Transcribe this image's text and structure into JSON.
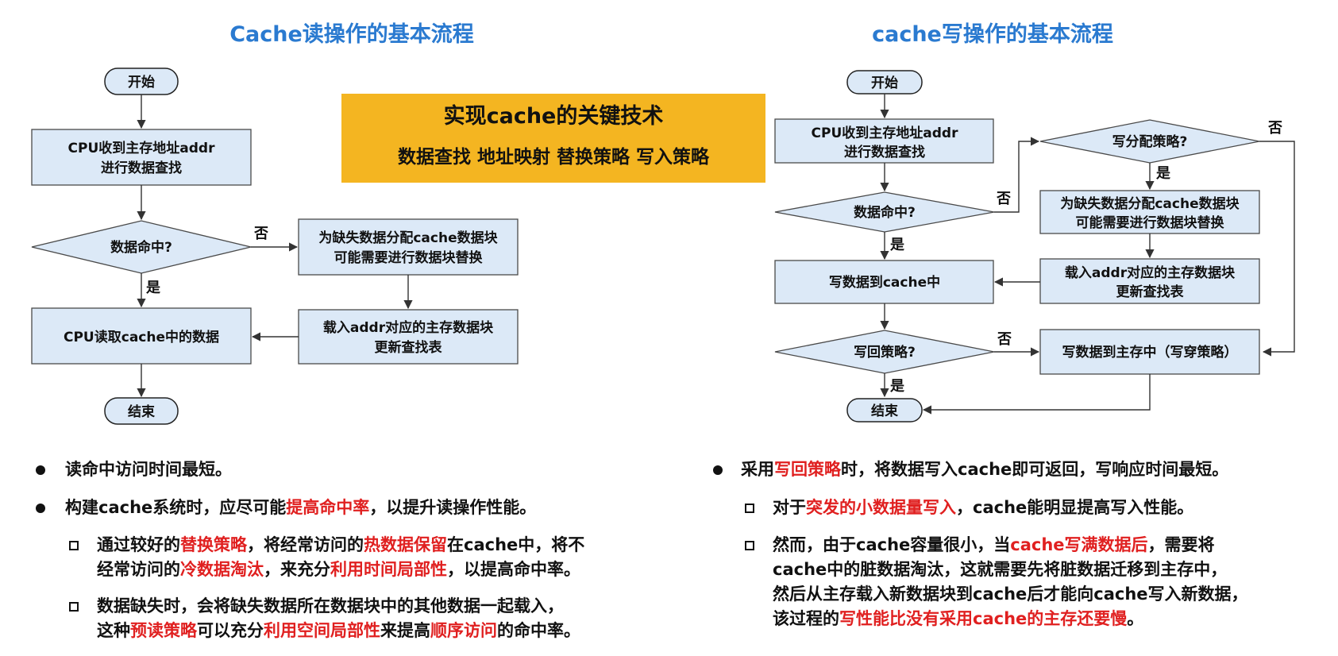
{
  "left_flow": {
    "title": "Cache读操作的基本流程",
    "start": "开始",
    "lookup": [
      "CPU收到主存地址addr",
      "进行数据查找"
    ],
    "hit_q": "数据命中?",
    "no": "否",
    "yes": "是",
    "alloc": [
      "为缺失数据分配cache数据块",
      "可能需要进行数据块替换"
    ],
    "load": [
      "载入addr对应的主存数据块",
      "更新查找表"
    ],
    "read": "CPU读取cache中的数据",
    "end": "结束"
  },
  "banner": {
    "title": "实现cache的关键技术",
    "items": "数据查找  地址映射  替换策略  写入策略"
  },
  "right_flow": {
    "title": "cache写操作的基本流程",
    "start": "开始",
    "lookup": [
      "CPU收到主存地址addr",
      "进行数据查找"
    ],
    "hit_q": "数据命中?",
    "alloc_q": "写分配策略?",
    "alloc": [
      "为缺失数据分配cache数据块",
      "可能需要进行数据块替换"
    ],
    "load": [
      "载入addr对应的主存数据块",
      "更新查找表"
    ],
    "write_cache": "写数据到cache中",
    "wb_q": "写回策略?",
    "write_mem": "写数据到主存中（写穿策略）",
    "end": "结束",
    "no": "否",
    "yes": "是"
  },
  "left_notes": {
    "b1": "读命中访问时间最短。",
    "b2": [
      "构建cache系统时，应尽可能",
      "提高命中率",
      "，以提升读操作性能。"
    ],
    "s1_l1": [
      "通过较好的",
      "替换策略",
      "，将经常访问的",
      "热数据保留",
      "在cache中，将不"
    ],
    "s1_l2": [
      "经常访问的",
      "冷数据淘汰",
      "，来充分",
      "利用时间局部性",
      "，以提高命中率。"
    ],
    "s2_l1": "数据缺失时，会将缺失数据所在数据块中的其他数据一起载入，",
    "s2_l2": [
      "这种",
      "预读策略",
      "可以充分",
      "利用空间局部性",
      "来提高",
      "顺序访问",
      "的命中率。"
    ]
  },
  "right_notes": {
    "b1": [
      "采用",
      "写回策略",
      "时，将数据写入cache即可返回，写响应时间最短。"
    ],
    "s1": [
      "对于",
      "突发的小数据量写入",
      "，cache能明显提高写入性能。"
    ],
    "s2_l1": [
      "然而，由于cache容量很小，当",
      "cache写满数据后",
      "，需要将"
    ],
    "s2_l2": "cache中的脏数据淘汰，这就需要先将脏数据迁移到主存中，",
    "s2_l3": "然后从主存载入新数据块到cache后才能向cache写入新数据，",
    "s2_l4": [
      "该过程的",
      "写性能比没有采用cache的主存还要慢",
      "。"
    ]
  },
  "colors": {
    "title": "#2a7ad0",
    "box": "#dce9f7",
    "banner": "#f4b521",
    "emphasis": "#e02020"
  }
}
